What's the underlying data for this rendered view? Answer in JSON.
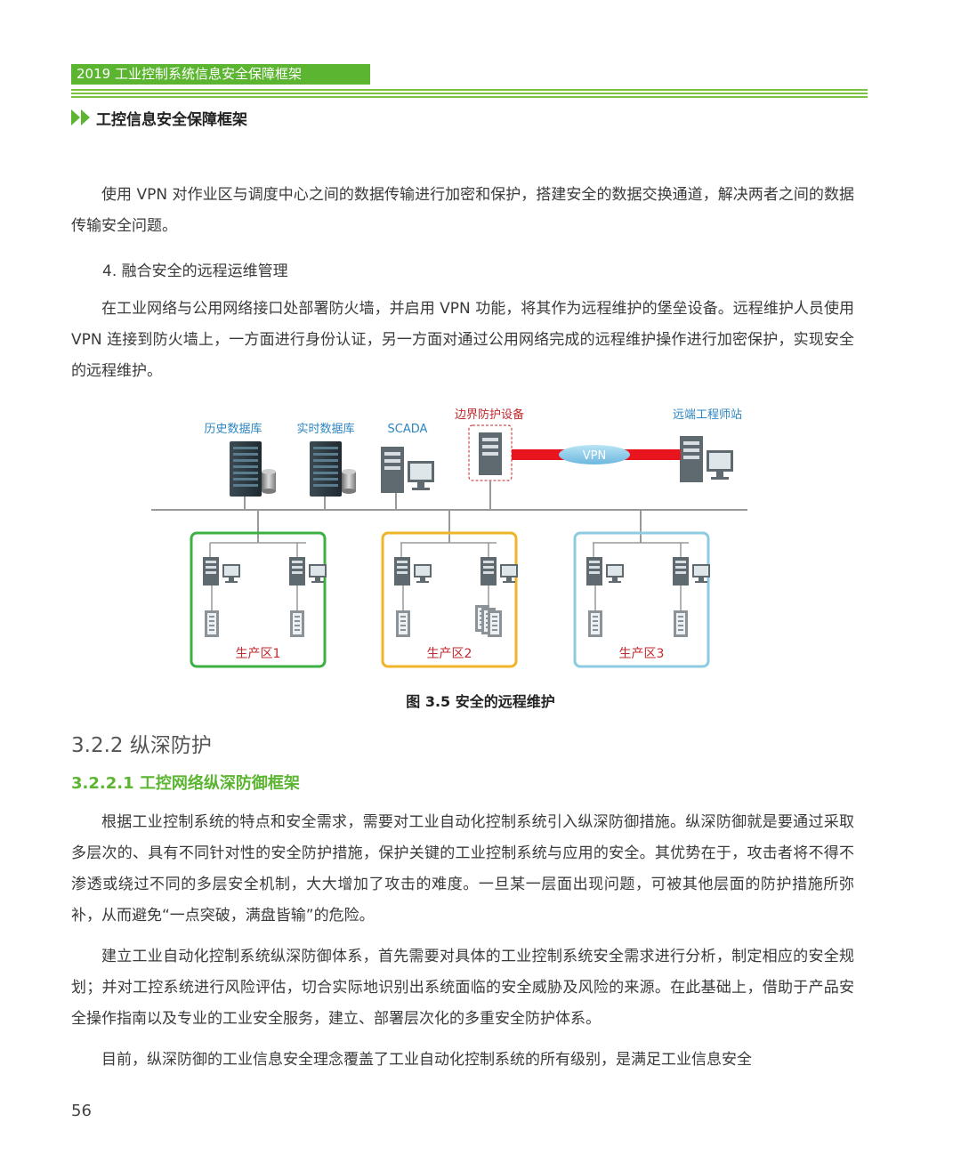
{
  "header": {
    "running_title": "2019 工业控制系统信息安全保障框架",
    "chapter_title": "工控信息安全保障框架"
  },
  "body": {
    "para1": "使用 VPN 对作业区与调度中心之间的数据传输进行加密和保护，搭建安全的数据交换通道，解决两者之间的数据传输安全问题。",
    "list_item_4": "4.  融合安全的远程运维管理",
    "para2": "在工业网络与公用网络接口处部署防火墙，并启用 VPN 功能，将其作为远程维护的堡垒设备。远程维护人员使用 VPN 连接到防火墙上，一方面进行身份认证，另一方面对通过公用网络完成的远程维护操作进行加密保护，实现安全的远程维护。"
  },
  "figure": {
    "labels": {
      "history_db": "历史数据库",
      "realtime_db": "实时数据库",
      "scada": "SCADA",
      "boundary": "边界防护设备",
      "remote": "远端工程师站",
      "vpn": "VPN",
      "zone1": "生产区1",
      "zone2": "生产区2",
      "zone3": "生产区3"
    },
    "colors": {
      "zone1": "#3cb043",
      "zone2": "#f0b429",
      "zone3": "#8ccbe0",
      "vpn_link": "#e8141e",
      "red_text": "#c0282d",
      "blue_text": "#2e86c1"
    },
    "caption": "图 3.5 安全的远程维护"
  },
  "section": {
    "h3": "3.2.2 纵深防护",
    "h4": "3.2.2.1 工控网络纵深防御框架",
    "para3": "根据工业控制系统的特点和安全需求，需要对工业自动化控制系统引入纵深防御措施。纵深防御就是要通过采取多层次的、具有不同针对性的安全防护措施，保护关键的工业控制系统与应用的安全。其优势在于，攻击者将不得不渗透或绕过不同的多层安全机制，大大增加了攻击的难度。一旦某一层面出现问题，可被其他层面的防护措施所弥补，从而避免“一点突破，满盘皆输”的危险。",
    "para4": "建立工业自动化控制系统纵深防御体系，首先需要对具体的工业控制系统安全需求进行分析，制定相应的安全规划；并对工控系统进行风险评估，切合实际地识别出系统面临的安全威胁及风险的来源。在此基础上，借助于产品安全操作指南以及专业的工业安全服务，建立、部署层次化的多重安全防护体系。",
    "para5": "目前，纵深防御的工业信息安全理念覆盖了工业自动化控制系统的所有级别，是满足工业信息安全"
  },
  "footer": {
    "page_number": "56"
  }
}
